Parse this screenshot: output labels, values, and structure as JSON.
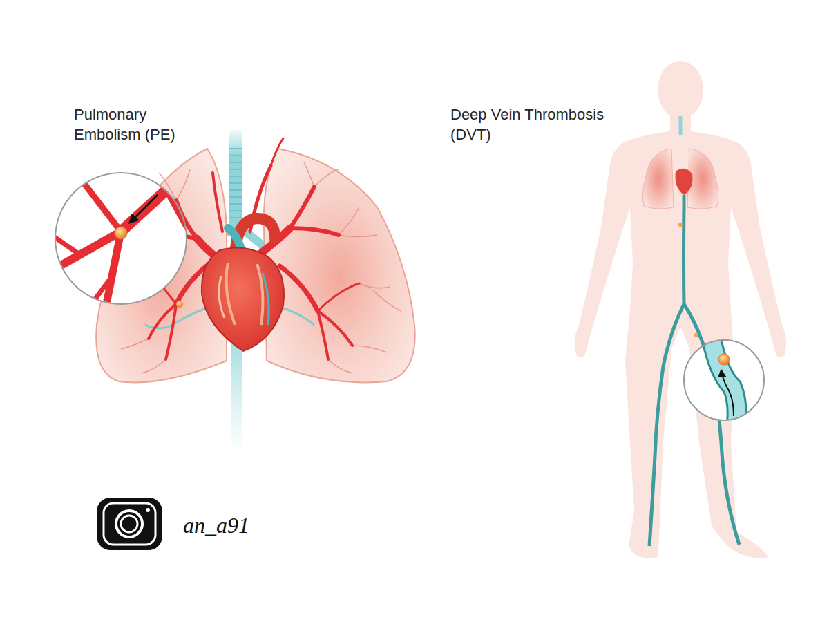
{
  "diagram": {
    "labels": [
      "Pulmonary Embolism (PE)",
      "Deep Vein Thrombosis (DVT)",
      "an_a91"
    ]
  }
}
